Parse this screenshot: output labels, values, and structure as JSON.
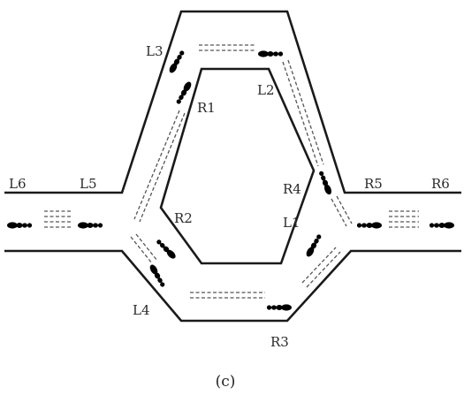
{
  "diagram": {
    "caption": "(c)",
    "labels": {
      "L1": "L1",
      "L2": "L2",
      "L3": "L3",
      "L4": "L4",
      "L5": "L5",
      "L6": "L6",
      "R1": "R1",
      "R2": "R2",
      "R3": "R3",
      "R4": "R4",
      "R5": "R5",
      "R6": "R6"
    },
    "colors": {
      "ink": "#1a1a1a",
      "trail": "#555555",
      "ant_light": "#9a9a9a",
      "background": "#ffffff"
    },
    "icons": [
      "ant-icon"
    ]
  }
}
